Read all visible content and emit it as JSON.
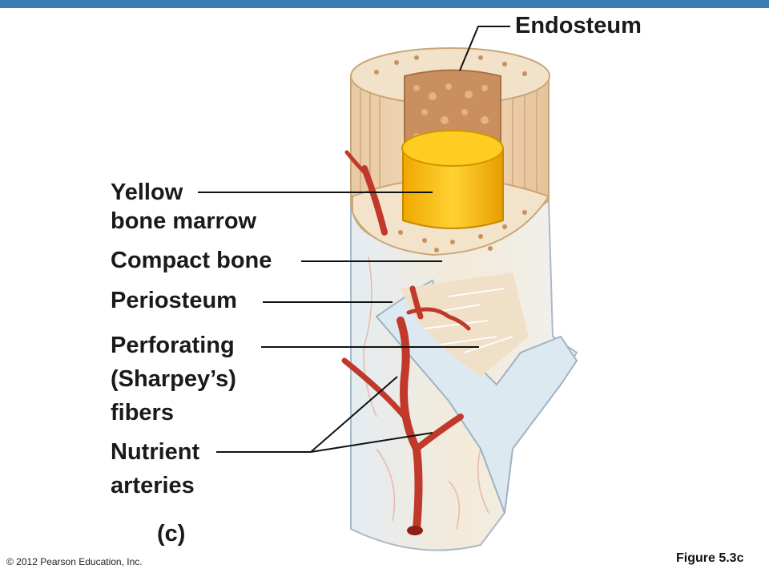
{
  "labels": {
    "endosteum": "Endosteum",
    "yellow_marrow_line1": "Yellow",
    "yellow_marrow_line2": "bone marrow",
    "compact_bone": "Compact bone",
    "periosteum": "Periosteum",
    "perforating_line1": "Perforating",
    "perforating_line2": "(Sharpey’s)",
    "perforating_line3": "fibers",
    "nutrient_line1": "Nutrient",
    "nutrient_line2": "arteries",
    "panel": "(c)"
  },
  "footer": {
    "copyright": "© 2012 Pearson Education, Inc.",
    "figure": "Figure 5.3c"
  },
  "colors": {
    "header_bar": "#3a7db5",
    "periosteum": "#dfe9f0",
    "compact_bone": "#ecd3b3",
    "spongy_bone": "#c98f5f",
    "yellow_marrow": "#f4b820",
    "artery": "#c0392b",
    "leader_line": "#111111"
  }
}
